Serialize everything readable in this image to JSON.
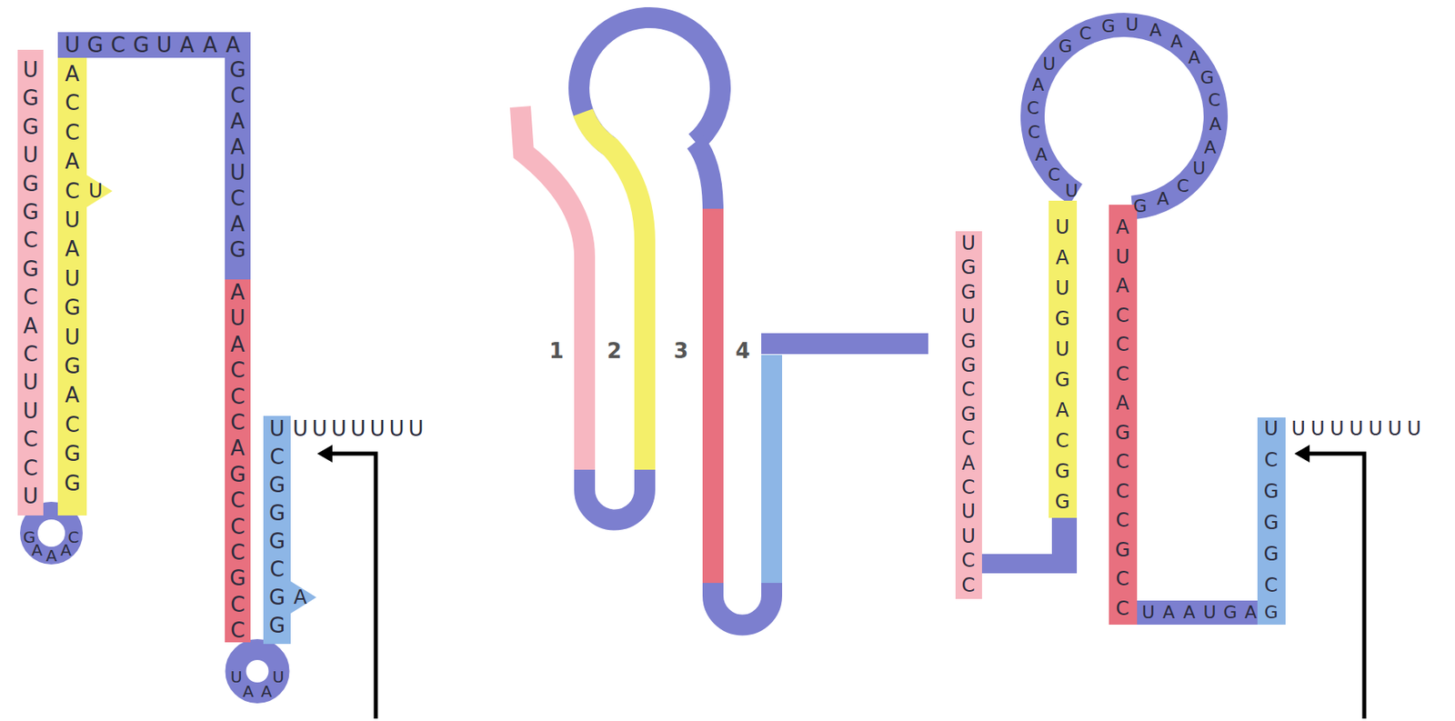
{
  "diagram": {
    "labels": [
      "UGGUGGCGCACUUCCU",
      "ACCACUAUGUGACGG",
      "U",
      "GAAAC",
      "UGCGUAAA",
      "GCAAUCAG",
      "AUACCCAGCCCGCC",
      "UAAU",
      "UCGGGCGG",
      "A",
      "UUUUUUU",
      "1",
      "2",
      "3",
      "4",
      "UCACCAUGCGUAAAGCAAUCAG",
      "UGGUGGCGCACUUCC",
      "UAUGUGACGG",
      "AUACCCAGCCCGCC",
      "UAAUGAG",
      "UCGGGC",
      "UUUUUUU"
    ]
  }
}
